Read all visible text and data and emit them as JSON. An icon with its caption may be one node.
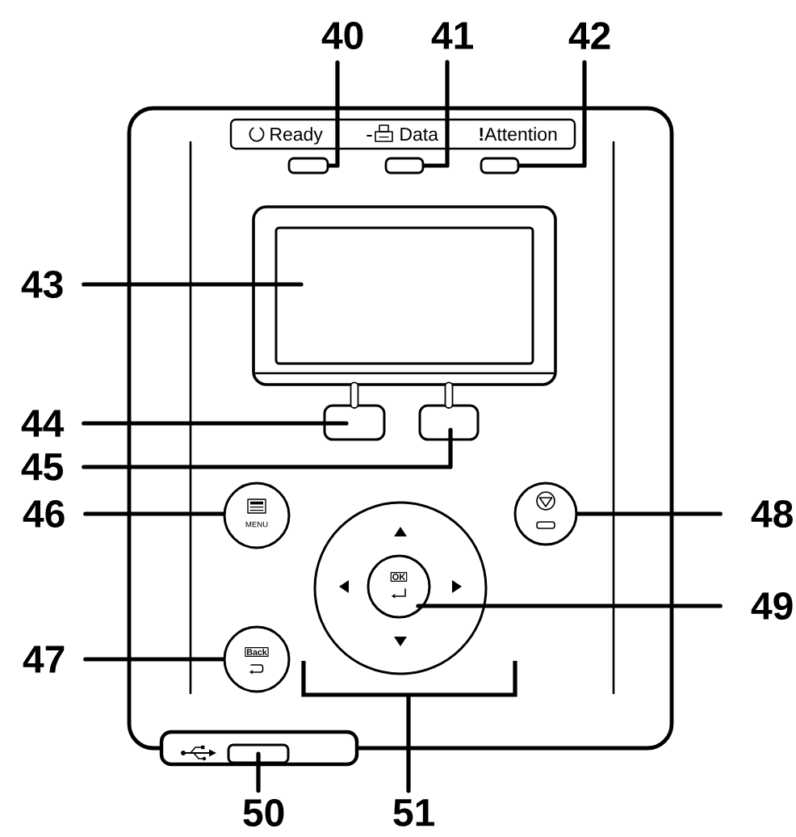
{
  "diagram": {
    "nodes": [
      {
        "text": [
          "40"
        ]
      },
      {
        "text": [
          "41"
        ]
      },
      {
        "text": [
          "42"
        ]
      },
      {
        "text": [
          "Ready",
          "Data",
          "**!**Attention"
        ]
      },
      {
        "text": [],
        "shape": "box"
      },
      {
        "text": [],
        "shape": "box"
      },
      {
        "text": [],
        "shape": "box"
      },
      {
        "text": [
          "43"
        ]
      },
      {
        "text": [],
        "shape": "box"
      },
      {
        "text": [
          "44"
        ]
      },
      {
        "text": [],
        "shape": "box"
      },
      {
        "text": [],
        "shape": "box"
      },
      {
        "text": [
          "45"
        ]
      },
      {
        "text": [
          "46"
        ]
      },
      {
        "text": [
          "MENU"
        ]
      },
      {
        "text": [],
        "shape": "circle"
      },
      {
        "text": [
          "48"
        ]
      },
      {
        "text": [],
        "shape": "circle"
      },
      {
        "text": [
          "OK"
        ],
        "in": 17
      },
      {
        "text": [
          "49"
        ]
      },
      {
        "text": [
          "47"
        ]
      },
      {
        "text": [
          "Back"
        ]
      },
      {
        "text": [],
        "shape": "box"
      },
      {
        "text": [
          "50"
        ]
      },
      {
        "text": [
          "51"
        ]
      }
    ],
    "edges": [
      {
        "from": 0,
        "to": 4,
        "arrow": "none"
      },
      {
        "from": 1,
        "to": 5,
        "arrow": "none"
      },
      {
        "from": 2,
        "to": 6,
        "arrow": "none"
      },
      {
        "from": 7,
        "to": 8,
        "arrow": "none"
      },
      {
        "from": 8,
        "to": 10,
        "arrow": "none",
        "style": "thick"
      },
      {
        "from": 8,
        "to": 11,
        "arrow": "none",
        "style": "thick"
      },
      {
        "from": 9,
        "to": 10,
        "arrow": "none"
      },
      {
        "from": 12,
        "to": 11,
        "arrow": "none"
      },
      {
        "from": 13,
        "to": 14,
        "arrow": "none"
      },
      {
        "from": 16,
        "to": 15,
        "arrow": "none"
      },
      {
        "from": 19,
        "to": 18,
        "arrow": "none"
      },
      {
        "from": 20,
        "to": 21,
        "arrow": "none"
      },
      {
        "from": 23,
        "to": 22,
        "arrow": "none"
      },
      {
        "from": 24,
        "to": 17,
        "arrow": "none"
      }
    ]
  }
}
